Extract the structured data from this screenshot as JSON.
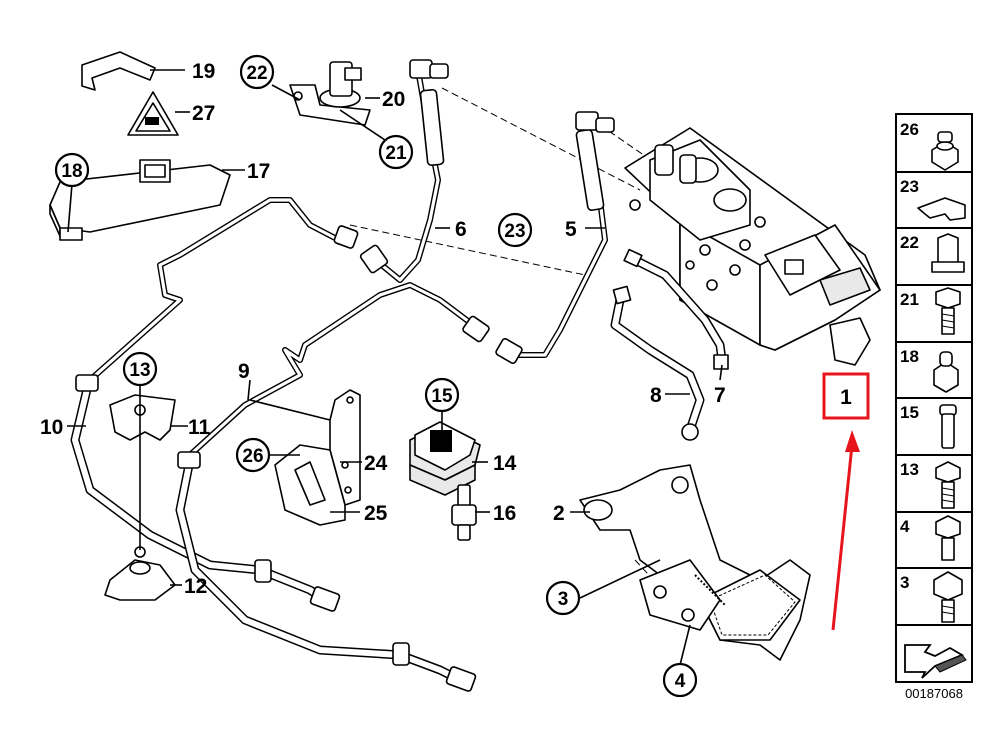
{
  "diagram": {
    "callouts": [
      {
        "id": "c19",
        "text": "19"
      },
      {
        "id": "c27",
        "text": "27"
      },
      {
        "id": "c17",
        "text": "17"
      },
      {
        "id": "c18",
        "text": "18"
      },
      {
        "id": "c22",
        "text": "22"
      },
      {
        "id": "c20",
        "text": "20"
      },
      {
        "id": "c21",
        "text": "21"
      },
      {
        "id": "c6",
        "text": "6"
      },
      {
        "id": "c23",
        "text": "23"
      },
      {
        "id": "c5",
        "text": "5"
      },
      {
        "id": "c1",
        "text": "1"
      },
      {
        "id": "c7",
        "text": "7"
      },
      {
        "id": "c8",
        "text": "8"
      },
      {
        "id": "c10",
        "text": "10"
      },
      {
        "id": "c11",
        "text": "11"
      },
      {
        "id": "c13",
        "text": "13"
      },
      {
        "id": "c9",
        "text": "9"
      },
      {
        "id": "c26",
        "text": "26"
      },
      {
        "id": "c24",
        "text": "24"
      },
      {
        "id": "c25",
        "text": "25"
      },
      {
        "id": "c15",
        "text": "15"
      },
      {
        "id": "c14",
        "text": "14"
      },
      {
        "id": "c16",
        "text": "16"
      },
      {
        "id": "c2",
        "text": "2"
      },
      {
        "id": "c3",
        "text": "3"
      },
      {
        "id": "c4",
        "text": "4"
      },
      {
        "id": "c12",
        "text": "12"
      }
    ],
    "legend": [
      "26",
      "23",
      "22",
      "21",
      "18",
      "15",
      "13",
      "4",
      "3"
    ],
    "code": "00187068",
    "highlight": {
      "label": "1",
      "color": "#e8141b"
    }
  }
}
